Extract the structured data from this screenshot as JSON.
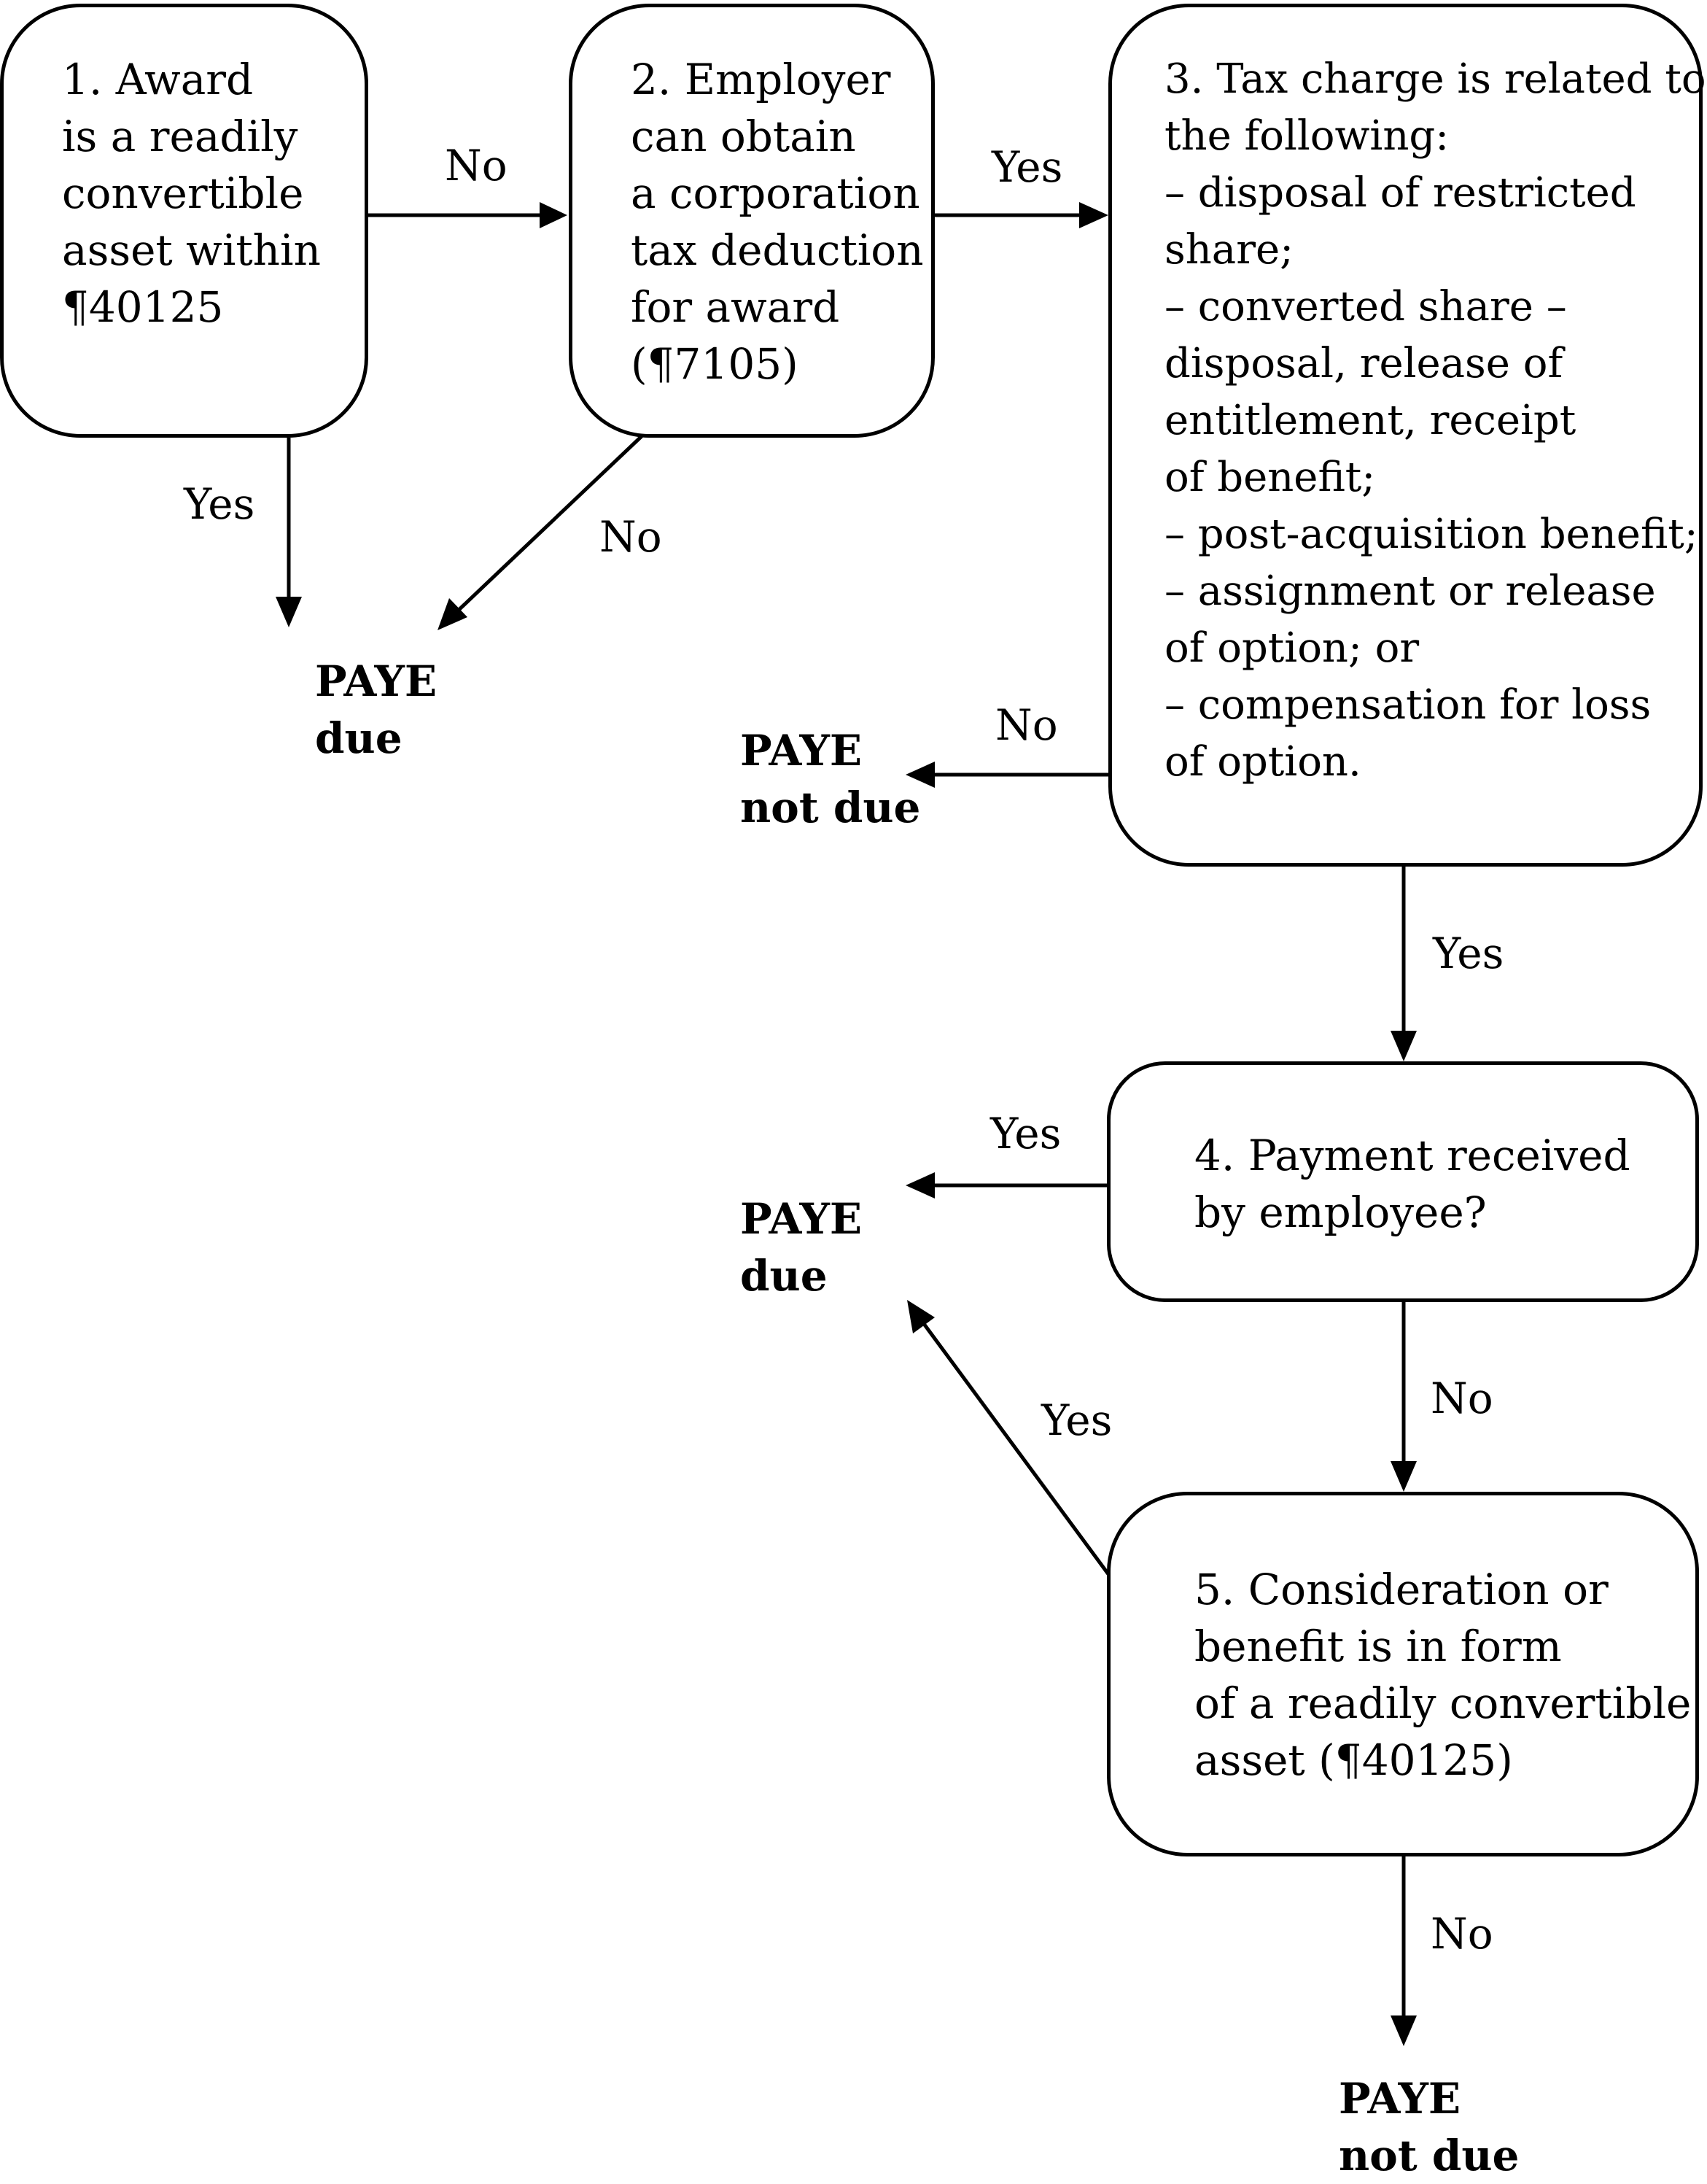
{
  "diagram": {
    "nodes": [
      {
        "id": "n1",
        "lines": [
          "1. Award",
          "is a readily",
          "convertible",
          "asset within",
          "¶40125"
        ]
      },
      {
        "id": "n2",
        "lines": [
          "2. Employer",
          "can obtain",
          "a corporation",
          "tax deduction",
          "for award",
          "(¶7105)"
        ]
      },
      {
        "id": "n3",
        "lines": [
          "3. Tax charge is related to",
          "the following:",
          "– disposal of restricted",
          "share;",
          "– converted share –",
          "disposal, release of",
          "entitlement, receipt",
          "of benefit;",
          "– post-acquisition benefit;",
          "– assignment or release",
          "of option; or",
          "– compensation for loss",
          "of option."
        ]
      },
      {
        "id": "n4",
        "lines": [
          "4. Payment received",
          "by employee?"
        ]
      },
      {
        "id": "n5",
        "lines": [
          "5. Consideration or",
          "benefit is in form",
          "of a readily convertible",
          "asset (¶40125)"
        ]
      }
    ],
    "outcomes": [
      {
        "id": "o1",
        "lines": [
          "PAYE",
          "due"
        ]
      },
      {
        "id": "o2",
        "lines": [
          "PAYE",
          "not due"
        ]
      },
      {
        "id": "o3",
        "lines": [
          "PAYE",
          "due"
        ]
      },
      {
        "id": "o4",
        "lines": [
          "PAYE",
          "not due"
        ]
      }
    ],
    "edges": [
      {
        "from": "n1",
        "to": "n2",
        "label": "No"
      },
      {
        "from": "n1",
        "to": "o1",
        "label": "Yes"
      },
      {
        "from": "n2",
        "to": "n3",
        "label": "Yes"
      },
      {
        "from": "n2",
        "to": "o1",
        "label": "No"
      },
      {
        "from": "n3",
        "to": "o2",
        "label": "No"
      },
      {
        "from": "n3",
        "to": "n4",
        "label": "Yes"
      },
      {
        "from": "n4",
        "to": "o3",
        "label": "Yes"
      },
      {
        "from": "n4",
        "to": "n5",
        "label": "No"
      },
      {
        "from": "n5",
        "to": "o3",
        "label": "Yes"
      },
      {
        "from": "n5",
        "to": "o4",
        "label": "No"
      }
    ]
  }
}
